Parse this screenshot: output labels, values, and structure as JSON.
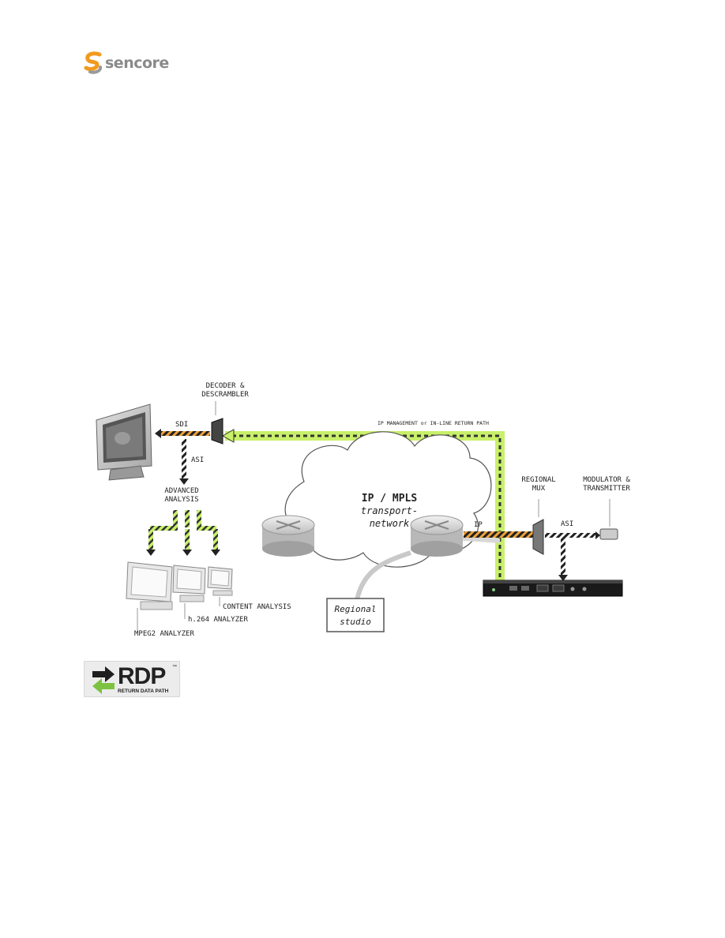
{
  "logo": {
    "text": "sencore"
  },
  "diagram": {
    "decoder_label_1": "DECODER &",
    "decoder_label_2": "DESCRAMBLER",
    "sdi": "SDI",
    "asi_left": "ASI",
    "advanced_1": "ADVANCED",
    "advanced_2": "ANALYSIS",
    "return_path": "IP MANAGEMENT or IN-LINE RETURN PATH",
    "cloud_1": "IP / MPLS",
    "cloud_2": "transport-",
    "cloud_3": "network",
    "ip": "IP",
    "asi_right": "ASI",
    "regional_mux_1": "REGIONAL",
    "regional_mux_2": "MUX",
    "modulator_1": "MODULATOR &",
    "modulator_2": "TRANSMITTER",
    "studio_1": "Regional",
    "studio_2": "studio",
    "content_analysis": "CONTENT ANALYSIS",
    "h264_analyzer": "h.264 ANALYZER",
    "mpeg2_analyzer": "MPEG2 ANALYZER"
  },
  "rdp": {
    "title": "RDP",
    "tm": "™",
    "subtitle": "RETURN DATA PATH"
  },
  "colors": {
    "green_path": "#c8f06a",
    "orange_path": "#f0a13a",
    "logo_orange": "#f29a1f",
    "logo_gray": "#8a8a8a"
  }
}
